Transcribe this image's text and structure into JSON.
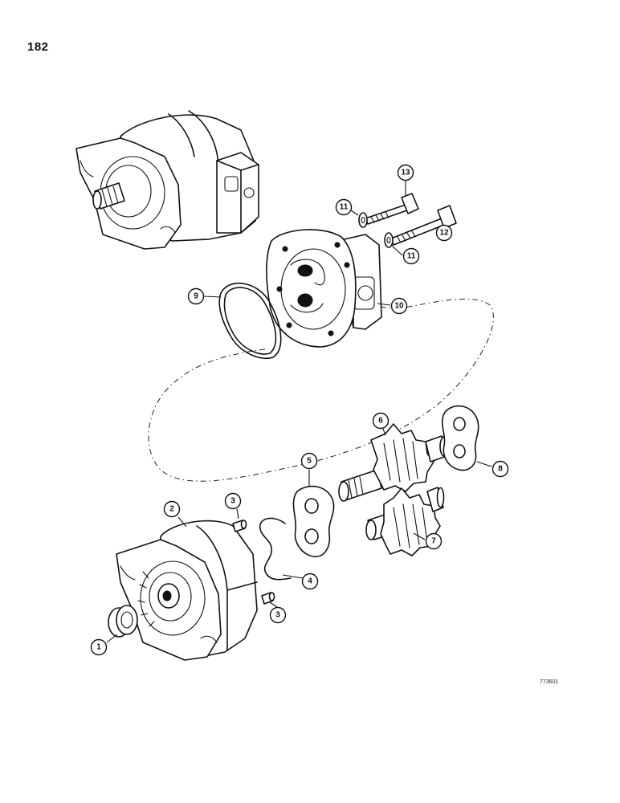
{
  "page_number": "182",
  "figure_code": "773601",
  "callouts": [
    {
      "label": "1"
    },
    {
      "label": "2"
    },
    {
      "label": "3"
    },
    {
      "label": "3"
    },
    {
      "label": "4"
    },
    {
      "label": "5"
    },
    {
      "label": "6"
    },
    {
      "label": "7"
    },
    {
      "label": "8"
    },
    {
      "label": "9"
    },
    {
      "label": "10"
    },
    {
      "label": "11"
    },
    {
      "label": "11"
    },
    {
      "label": "12"
    },
    {
      "label": "13"
    }
  ]
}
